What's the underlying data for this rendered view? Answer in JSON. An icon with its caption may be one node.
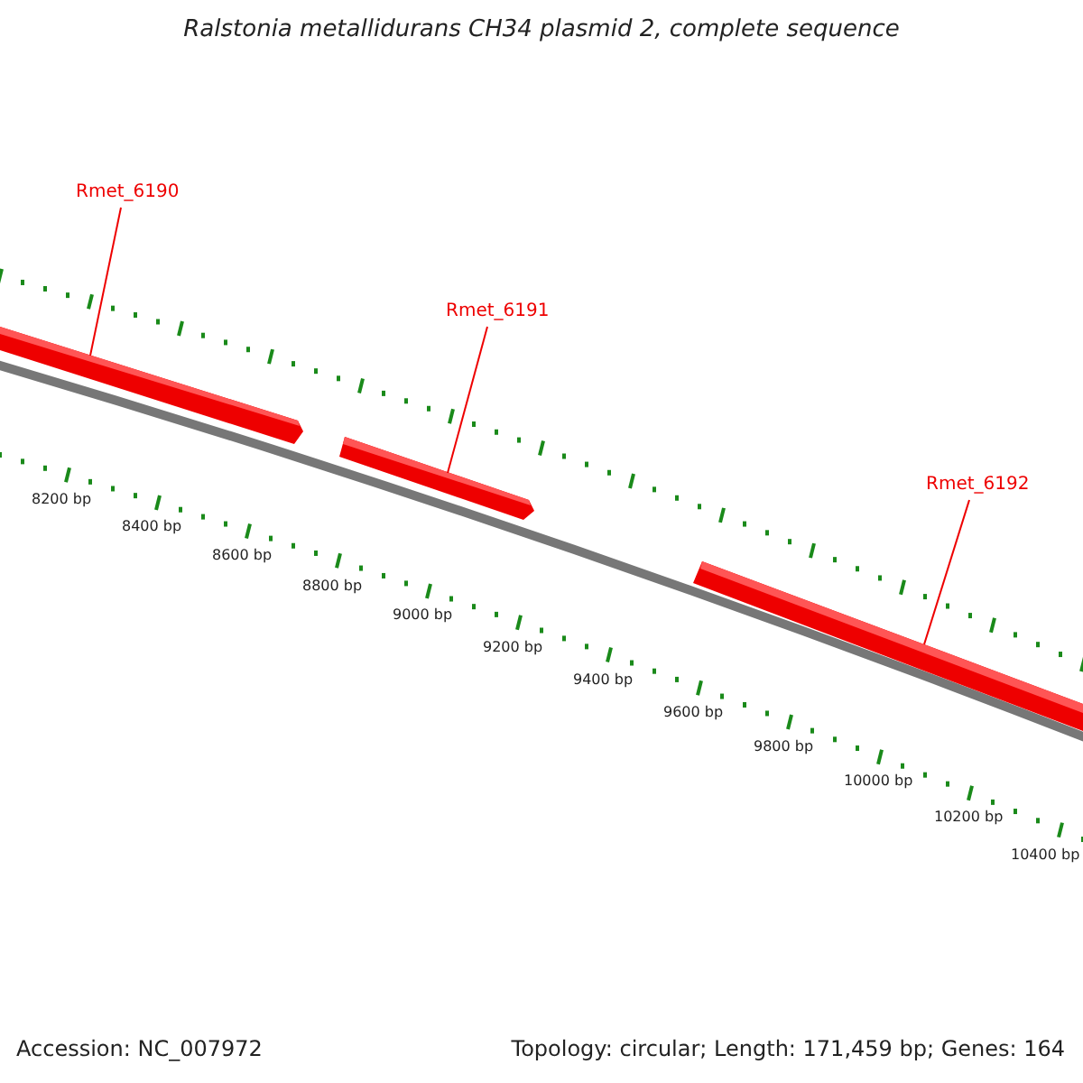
{
  "diagram": {
    "title": "Ralstonia metallidurans CH34 plasmid 2, complete sequence",
    "nodes": [
      {
        "text": [
          "Rmet_6190"
        ]
      },
      {
        "text": [
          "Rmet_6191"
        ]
      },
      {
        "text": [
          "Rmet_6192"
        ]
      },
      {
        "text": [],
        "shape": "bar"
      },
      {
        "text": [],
        "shape": "bar"
      },
      {
        "text": [],
        "shape": "bar"
      }
    ],
    "edges": [
      {
        "from": 0,
        "to": 3,
        "arrow": "none"
      },
      {
        "from": 1,
        "to": 4,
        "arrow": "none"
      },
      {
        "from": 2,
        "to": 5,
        "arrow": "none"
      }
    ],
    "labels": [
      "8200 bp",
      "8400 bp",
      "8600 bp",
      "8800 bp",
      "9000 bp",
      "9200 bp",
      "9400 bp",
      "9600 bp",
      "9800 bp",
      "10000 bp",
      "10200 bp",
      "10400 bp",
      "Accession: NC_007972",
      "Topology: circular; Length: 171,459 bp; Genes: 164"
    ]
  }
}
